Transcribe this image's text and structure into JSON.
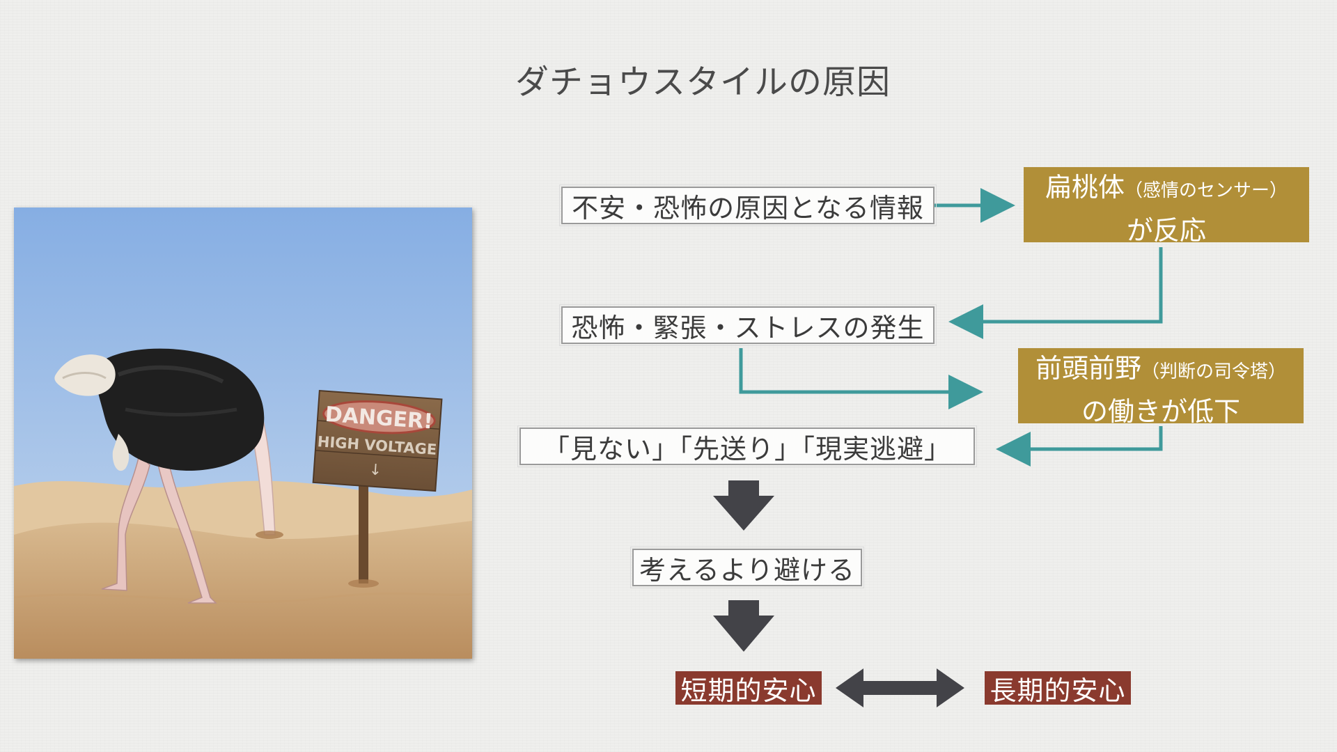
{
  "title": "ダチョウスタイルの原因",
  "photo": {
    "sign_line1": "DANGER!",
    "sign_line2": "HIGH VOLTAGE"
  },
  "flow": {
    "step_info": "不安・恐怖の原因となる情報",
    "step_fear": "恐怖・緊張・ストレスの発生",
    "step_avoid": "「見ない」「先送り」「現実逃避」",
    "step_think": "考えるより避ける",
    "amygdala": {
      "name": "扁桃体",
      "note": "（感情のセンサー）",
      "line2": "が反応"
    },
    "prefrontal": {
      "name": "前頭前野",
      "note": "（判断の司令塔）",
      "line2": "の働きが低下"
    },
    "short_term": "短期的安心",
    "long_term": "長期的安心"
  },
  "colors": {
    "teal_arrow": "#3f9a9b",
    "dark_arrow": "#434348",
    "gold_box": "#b18f38",
    "red_box": "#8a3a2e"
  }
}
